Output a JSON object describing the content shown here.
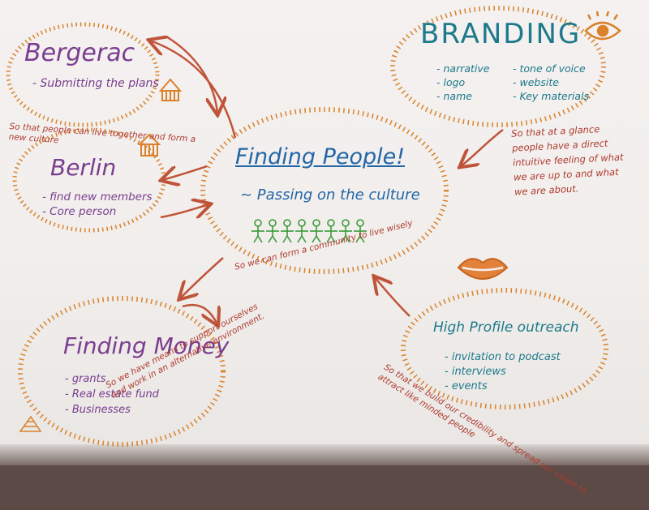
{
  "colors": {
    "orange": "#d9822b",
    "purple": "#7a3d8f",
    "teal": "#1c7a8b",
    "blue": "#2366a8",
    "green": "#3a9a3a",
    "red": "#b03a2e"
  },
  "center": {
    "title": "Finding People!",
    "subtitle": "~ Passing on the culture",
    "note": "So we can form a community to live wisely"
  },
  "bergerac": {
    "title": "Bergerac",
    "items": [
      "Submitting the plans"
    ],
    "note": "So that people can live together and form a new culture"
  },
  "berlin": {
    "title": "Berlin",
    "items": [
      "find new members",
      "Core person"
    ]
  },
  "branding": {
    "title": "BRANDING",
    "items_left": [
      "narrative",
      "logo",
      "name"
    ],
    "items_right": [
      "tone of voice",
      "website",
      "Key materials"
    ],
    "note": "So that at a glance people have a direct intuitive feeling of what we are up to and what we are about."
  },
  "money": {
    "title": "Finding Money",
    "items": [
      "grants",
      "Real estate fund",
      "Businesses"
    ],
    "note": "So we have means to support ourselves and work in an alternative environment."
  },
  "outreach": {
    "title": "High Profile outreach",
    "items": [
      "invitation to podcast",
      "interviews",
      "events"
    ],
    "note": "So that we build our credibility and spread our vision to attract like minded people"
  },
  "icons": [
    "house-icon",
    "house-icon",
    "eye-icon",
    "lips-icon",
    "stick-people-icon",
    "triangle-doodle-icon"
  ]
}
